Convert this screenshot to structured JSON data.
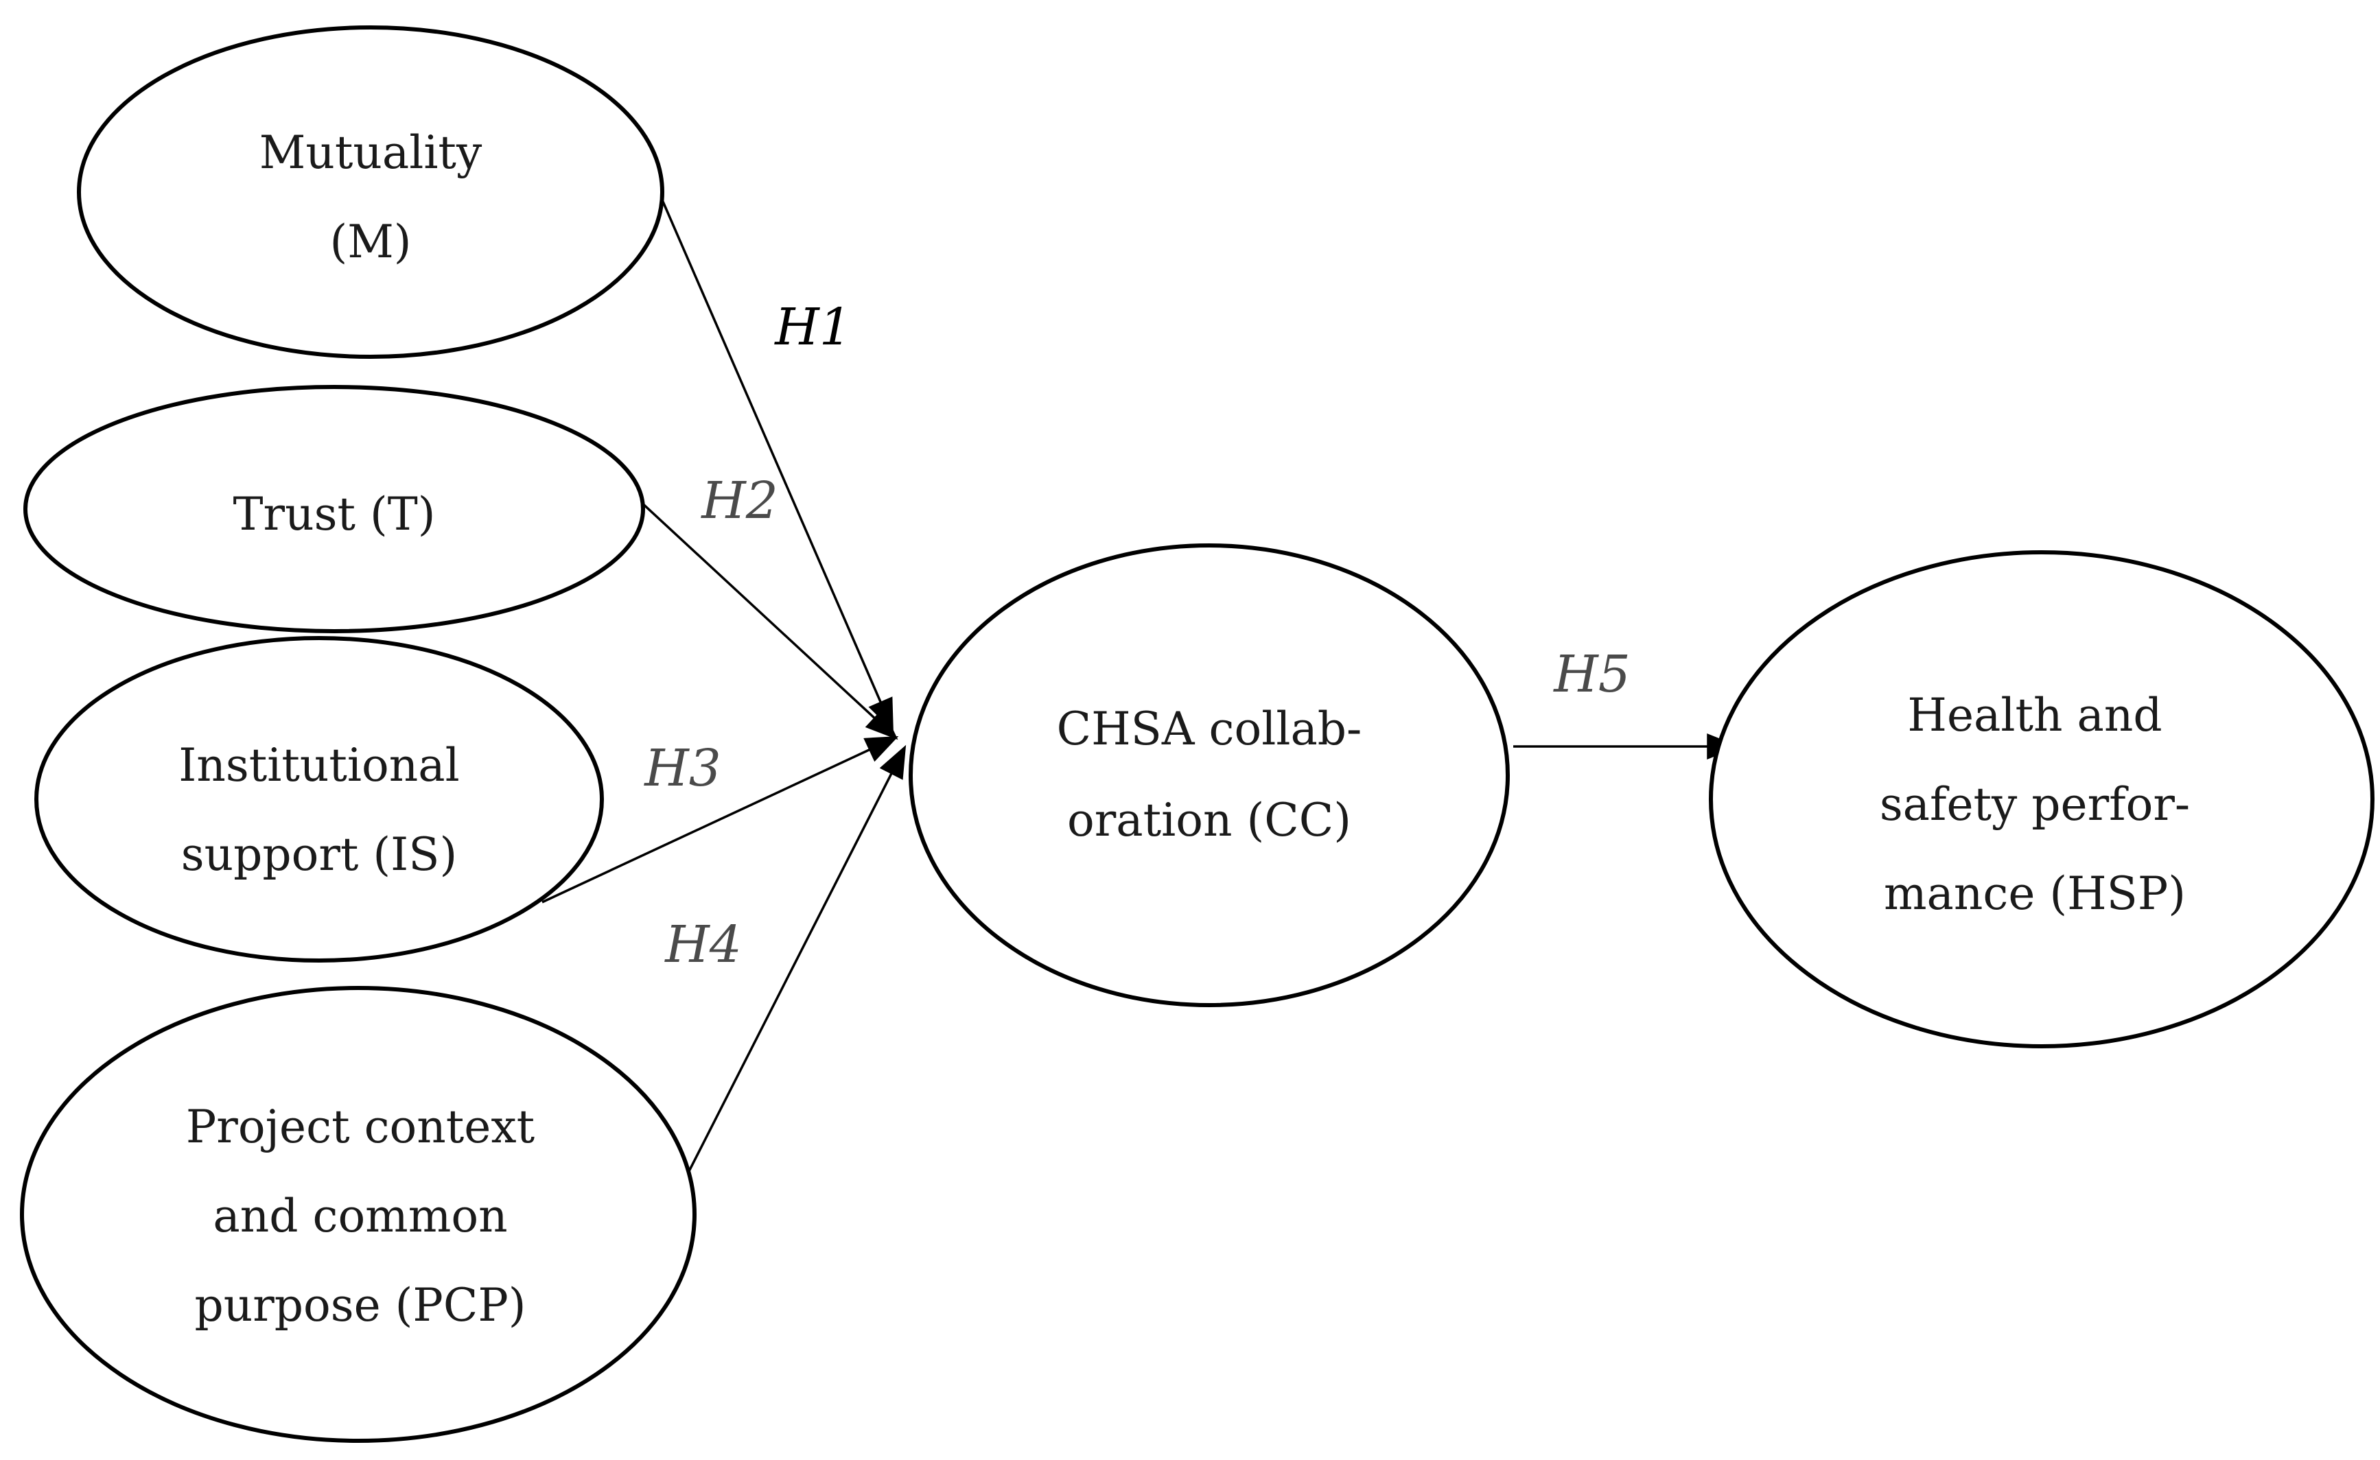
{
  "nodes": {
    "mutuality": {
      "lines": [
        "Mutuality",
        "(M)"
      ]
    },
    "trust": {
      "lines": [
        "Trust (T)"
      ]
    },
    "institutional_support": {
      "lines": [
        "Institutional",
        "support (IS)"
      ]
    },
    "project_context": {
      "lines": [
        "Project context",
        "and common",
        "purpose (PCP)"
      ]
    },
    "chsa_collaboration": {
      "lines": [
        "CHSA collab-",
        "oration (CC)"
      ]
    },
    "health_safety": {
      "lines": [
        "Health and",
        "safety perfor-",
        "mance (HSP)"
      ]
    }
  },
  "hypotheses": {
    "h1": "H1",
    "h2": "H2",
    "h3": "H3",
    "h4": "H4",
    "h5": "H5"
  },
  "colors": {
    "stroke": "#000000",
    "label_text": "#1a1a1a",
    "hypothesis_text": "#4a4a4a"
  }
}
